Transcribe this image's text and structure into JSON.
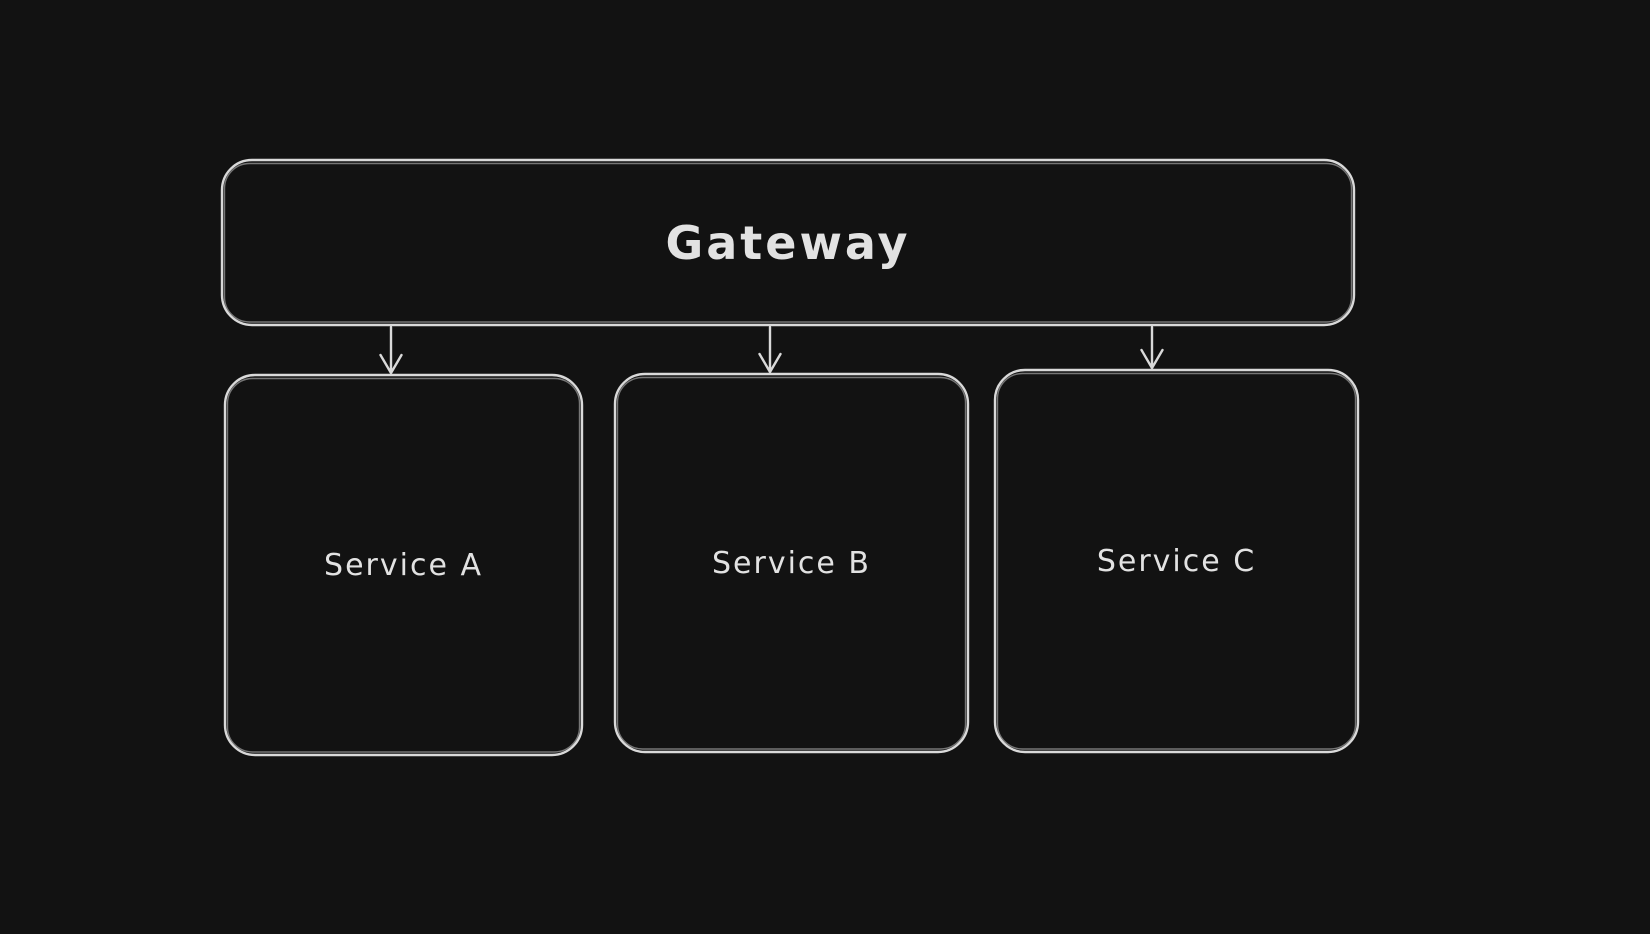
{
  "diagram": {
    "type": "architecture-flow",
    "nodes": [
      {
        "id": "gateway",
        "label": "Gateway"
      },
      {
        "id": "service-a",
        "label": "Service A"
      },
      {
        "id": "service-b",
        "label": "Service B"
      },
      {
        "id": "service-c",
        "label": "Service C"
      }
    ],
    "edges": [
      {
        "from": "gateway",
        "to": "service-a",
        "style": "arrow-down"
      },
      {
        "from": "gateway",
        "to": "service-b",
        "style": "arrow-down"
      },
      {
        "from": "gateway",
        "to": "service-c",
        "style": "arrow-down"
      }
    ]
  },
  "colors": {
    "background": "#121212",
    "stroke": "#d9d9d9",
    "text": "#e2e2e2"
  },
  "style": {
    "theme": "dark",
    "rendering": "hand-drawn"
  }
}
